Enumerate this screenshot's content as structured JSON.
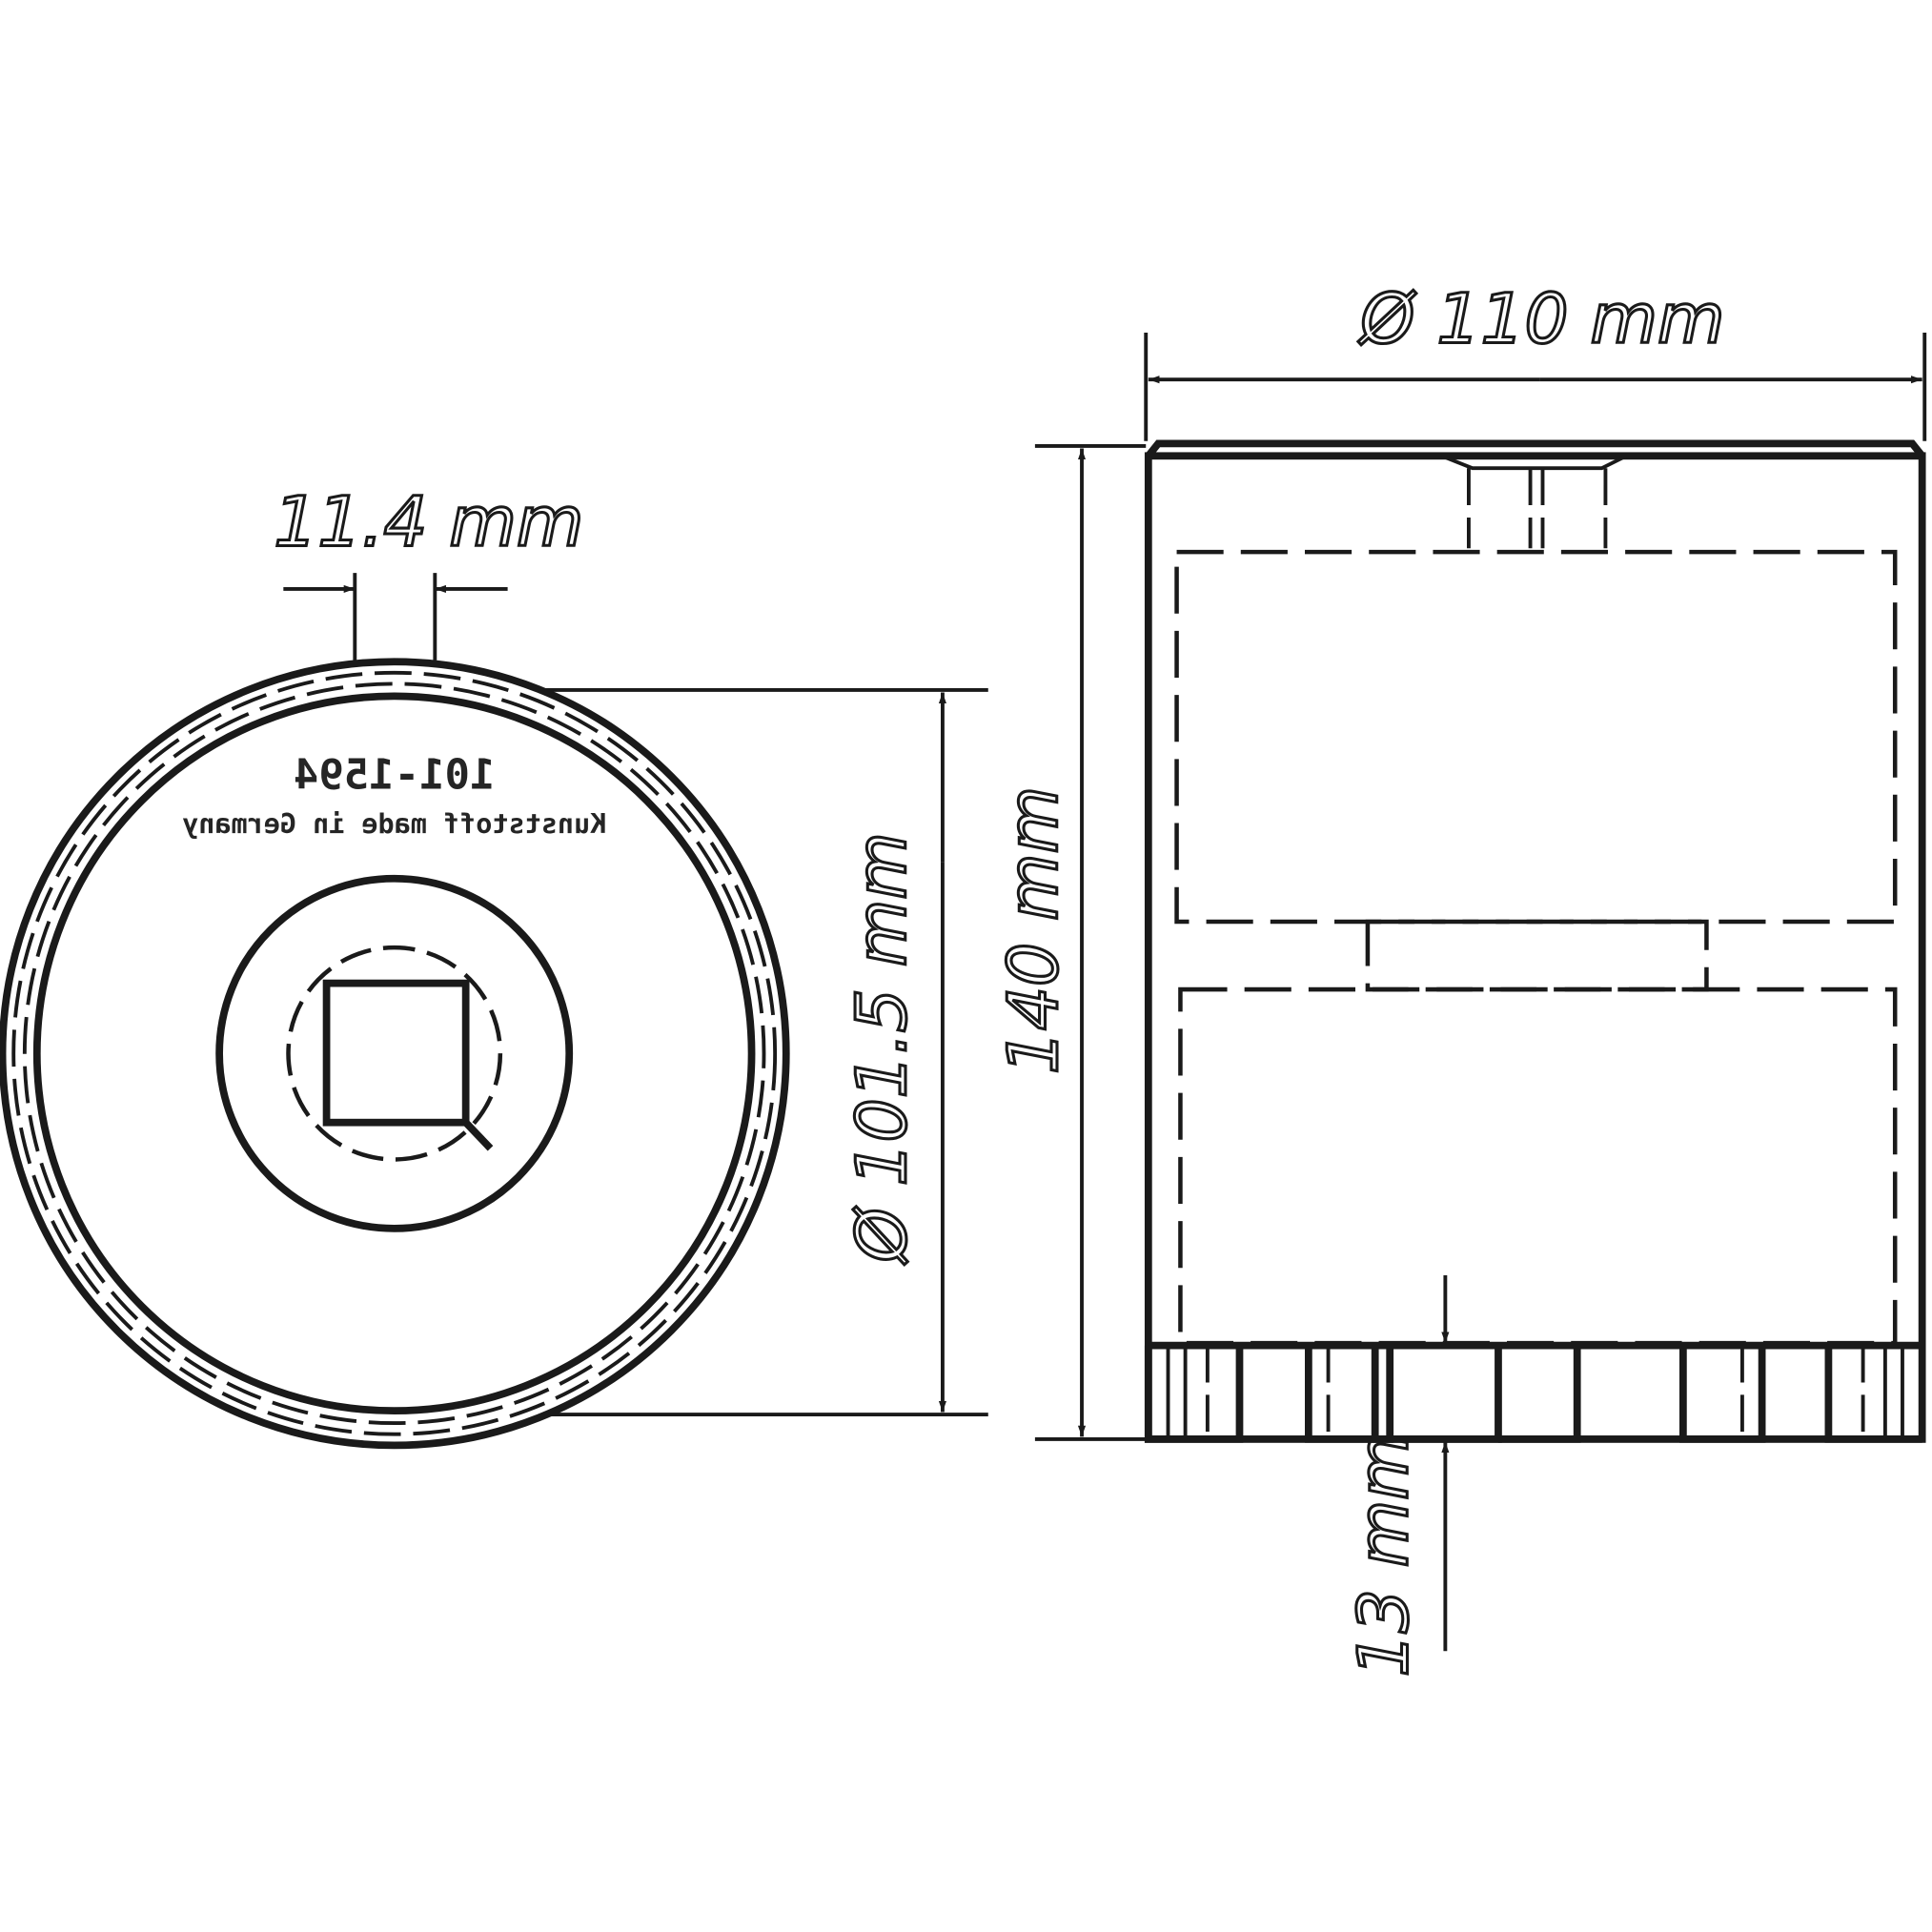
{
  "drawing": {
    "front_view": {
      "stamp_text_line1": "101-1594",
      "stamp_text_line2": "Kunststoff made in Germany"
    },
    "dimensions": {
      "tooth_width": "11.4 mm",
      "inner_diameter": "Ø 101.5 mm",
      "outer_diameter": "Ø 110 mm",
      "height": "140 mm",
      "tooth_height": "13 mm"
    },
    "line_color": "#1a1a1a",
    "background_color": "#ffffff"
  }
}
